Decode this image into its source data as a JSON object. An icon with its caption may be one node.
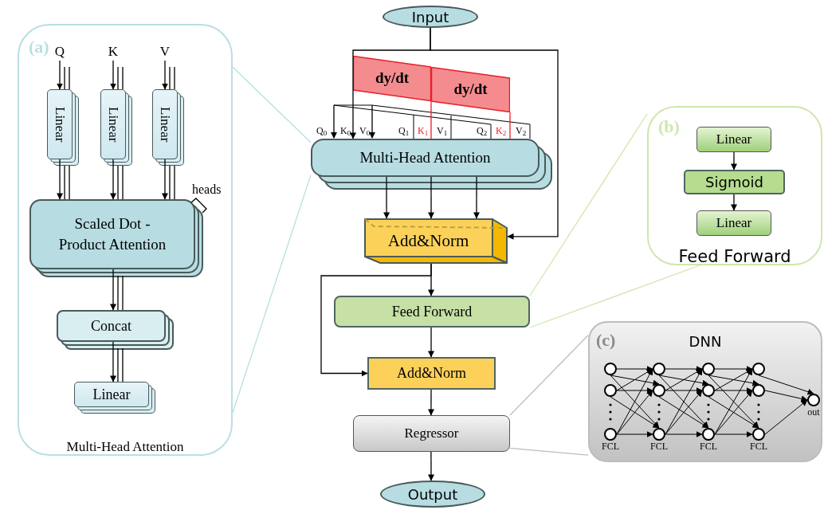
{
  "diagram": {
    "nodes": [
      {
        "text": [
          "(a)",
          "Multi-Head Attention"
        ]
      },
      {
        "text": [
          "Q"
        ],
        "in": 0
      },
      {
        "text": [
          "K"
        ],
        "in": 0
      },
      {
        "text": [
          "V"
        ],
        "in": 0
      },
      {
        "text": [
          "Linear"
        ],
        "in": 0
      },
      {
        "text": [
          "Linear"
        ],
        "in": 0
      },
      {
        "text": [
          "Linear"
        ],
        "in": 0
      },
      {
        "text": [
          "Scaled Dot - Product Attention"
        ],
        "in": 0,
        "beside": [
          "heads"
        ]
      },
      {
        "text": [
          "Concat"
        ],
        "in": 0
      },
      {
        "text": [
          "Linear"
        ],
        "in": 0
      },
      {
        "text": [
          "Input"
        ]
      },
      {
        "text": [
          "dy/dt"
        ]
      },
      {
        "text": [
          "dy/dt"
        ]
      },
      {
        "text": [
          "Multi-Head Attention"
        ]
      },
      {
        "text": [
          "Add&Norm"
        ]
      },
      {
        "text": [
          "Feed Forward"
        ]
      },
      {
        "text": [
          "Add&Norm"
        ]
      },
      {
        "text": [
          "Regressor"
        ]
      },
      {
        "text": [
          "Output"
        ]
      },
      {
        "text": [
          "(b)",
          "Feed Forward"
        ]
      },
      {
        "text": [
          "Linear"
        ],
        "in": 19
      },
      {
        "text": [
          "Sigmoid"
        ],
        "in": 19
      },
      {
        "text": [
          "Linear"
        ],
        "in": 19
      },
      {
        "text": [
          "(c)",
          "DNN"
        ]
      },
      {
        "text": [],
        "shape": "circle",
        "in": 23
      },
      {
        "text": [],
        "shape": "circle",
        "in": 23
      },
      {
        "text": [],
        "shape": "circle",
        "in": 23,
        "beside": [
          "FCL"
        ]
      },
      {
        "text": [],
        "shape": "circle",
        "in": 23
      },
      {
        "text": [],
        "shape": "circle",
        "in": 23
      },
      {
        "text": [],
        "shape": "circle",
        "in": 23,
        "beside": [
          "FCL"
        ]
      },
      {
        "text": [],
        "shape": "circle",
        "in": 23
      },
      {
        "text": [],
        "shape": "circle",
        "in": 23
      },
      {
        "text": [],
        "shape": "circle",
        "in": 23,
        "beside": [
          "FCL"
        ]
      },
      {
        "text": [],
        "shape": "circle",
        "in": 23
      },
      {
        "text": [],
        "shape": "circle",
        "in": 23
      },
      {
        "text": [],
        "shape": "circle",
        "in": 23,
        "beside": [
          "FCL"
        ]
      },
      {
        "text": [],
        "shape": "circle",
        "in": 23,
        "beside": [
          "out"
        ]
      }
    ],
    "edges": [
      {
        "from": 1,
        "to": 4,
        "arrow": "to"
      },
      {
        "from": 2,
        "to": 5,
        "arrow": "to"
      },
      {
        "from": 3,
        "to": 6,
        "arrow": "to"
      },
      {
        "from": 4,
        "to": 7,
        "arrow": "to"
      },
      {
        "from": 5,
        "to": 7,
        "arrow": "to"
      },
      {
        "from": 6,
        "to": 7,
        "arrow": "to"
      },
      {
        "from": 7,
        "to": 8,
        "arrow": "to"
      },
      {
        "from": 8,
        "to": 9,
        "arrow": "to"
      },
      {
        "from": 10,
        "to": 13,
        "arrow": "to"
      },
      {
        "from": 10,
        "to": 14,
        "arrow": "to"
      },
      {
        "from": 11,
        "to": 13,
        "arrow": "none",
        "color": "#e8202a"
      },
      {
        "from": 12,
        "to": 13,
        "arrow": "none",
        "color": "#e8202a"
      },
      {
        "from": 13,
        "to": 14,
        "arrow": "to"
      },
      {
        "from": 13,
        "to": 14,
        "arrow": "to"
      },
      {
        "from": 13,
        "to": 14,
        "arrow": "to"
      },
      {
        "from": 14,
        "to": 15,
        "arrow": "to"
      },
      {
        "from": 14,
        "to": 16,
        "arrow": "to"
      },
      {
        "from": 15,
        "to": 16,
        "arrow": "to"
      },
      {
        "from": 16,
        "to": 17,
        "arrow": "to"
      },
      {
        "from": 17,
        "to": 18,
        "arrow": "to"
      },
      {
        "from": 20,
        "to": 21,
        "arrow": "to"
      },
      {
        "from": 21,
        "to": 22,
        "arrow": "to"
      },
      {
        "from": 0,
        "to": 13,
        "arrow": "none",
        "color": "#b9dfe3"
      },
      {
        "from": 0,
        "to": 13,
        "arrow": "none",
        "color": "#b9dfe3"
      },
      {
        "from": 19,
        "to": 15,
        "arrow": "none",
        "color": "#cfe6ad"
      },
      {
        "from": 19,
        "to": 15,
        "arrow": "none",
        "color": "#cfe6ad"
      },
      {
        "from": 23,
        "to": 17,
        "arrow": "none",
        "color": "#bdbdbd"
      },
      {
        "from": 23,
        "to": 17,
        "arrow": "none",
        "color": "#bdbdbd"
      },
      {
        "from": 24,
        "to": 27,
        "arrow": "to"
      },
      {
        "from": 24,
        "to": 28,
        "arrow": "to"
      },
      {
        "from": 24,
        "to": 29,
        "arrow": "to"
      },
      {
        "from": 25,
        "to": 27,
        "arrow": "to"
      },
      {
        "from": 25,
        "to": 28,
        "arrow": "to"
      },
      {
        "from": 25,
        "to": 29,
        "arrow": "to"
      },
      {
        "from": 26,
        "to": 27,
        "arrow": "to"
      },
      {
        "from": 26,
        "to": 28,
        "arrow": "to"
      },
      {
        "from": 26,
        "to": 29,
        "arrow": "to"
      },
      {
        "from": 27,
        "to": 30,
        "arrow": "to"
      },
      {
        "from": 27,
        "to": 31,
        "arrow": "to"
      },
      {
        "from": 27,
        "to": 32,
        "arrow": "to"
      },
      {
        "from": 28,
        "to": 30,
        "arrow": "to"
      },
      {
        "from": 28,
        "to": 31,
        "arrow": "to"
      },
      {
        "from": 28,
        "to": 32,
        "arrow": "to"
      },
      {
        "from": 29,
        "to": 30,
        "arrow": "to"
      },
      {
        "from": 29,
        "to": 31,
        "arrow": "to"
      },
      {
        "from": 29,
        "to": 32,
        "arrow": "to"
      },
      {
        "from": 30,
        "to": 33,
        "arrow": "to"
      },
      {
        "from": 30,
        "to": 34,
        "arrow": "to"
      },
      {
        "from": 30,
        "to": 35,
        "arrow": "to"
      },
      {
        "from": 31,
        "to": 33,
        "arrow": "to"
      },
      {
        "from": 31,
        "to": 34,
        "arrow": "to"
      },
      {
        "from": 31,
        "to": 35,
        "arrow": "to"
      },
      {
        "from": 32,
        "to": 33,
        "arrow": "to"
      },
      {
        "from": 32,
        "to": 34,
        "arrow": "to"
      },
      {
        "from": 32,
        "to": 35,
        "arrow": "to"
      },
      {
        "from": 33,
        "to": 36,
        "arrow": "to"
      },
      {
        "from": 34,
        "to": 36,
        "arrow": "to"
      },
      {
        "from": 35,
        "to": 36,
        "arrow": "to"
      }
    ],
    "labels": [
      "Q$_{0}$",
      "K$_{0}$",
      "V$_{0}$",
      "Q$_{1}$",
      "K$_{1}$",
      "V$_{1}$",
      "Q$_{2}$",
      "K$_{2}$",
      "V$_{2}$"
    ]
  }
}
